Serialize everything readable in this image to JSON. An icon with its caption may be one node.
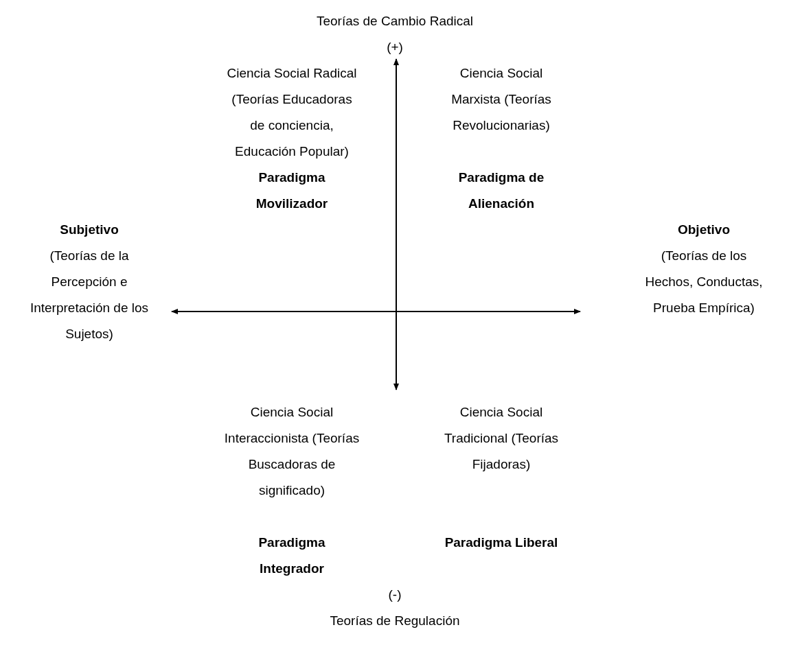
{
  "diagram": {
    "labels": [
      "Teorías de Cambio Radical",
      "(+)",
      "Ciencia Social Radical (Teorías Educadoras de conciencia, Educación Popular)",
      "Ciencia Social Marxista (Teorías Revolucionarias)",
      "Paradigma Movilizador",
      "Paradigma de Alienación",
      "Subjetivo",
      "Objetivo",
      "(Teorías de la Percepción e Interpretación de los Sujetos)",
      "(Teorías de los Hechos, Conductas, Prueba Empírica)",
      "Ciencia Social Interaccionista (Teorías Buscadoras de significado)",
      "Ciencia Social Tradicional (Teorías Fijadoras)",
      "Paradigma Integrador",
      "Paradigma Liberal",
      "(-)",
      "Teorías de Regulación"
    ]
  }
}
